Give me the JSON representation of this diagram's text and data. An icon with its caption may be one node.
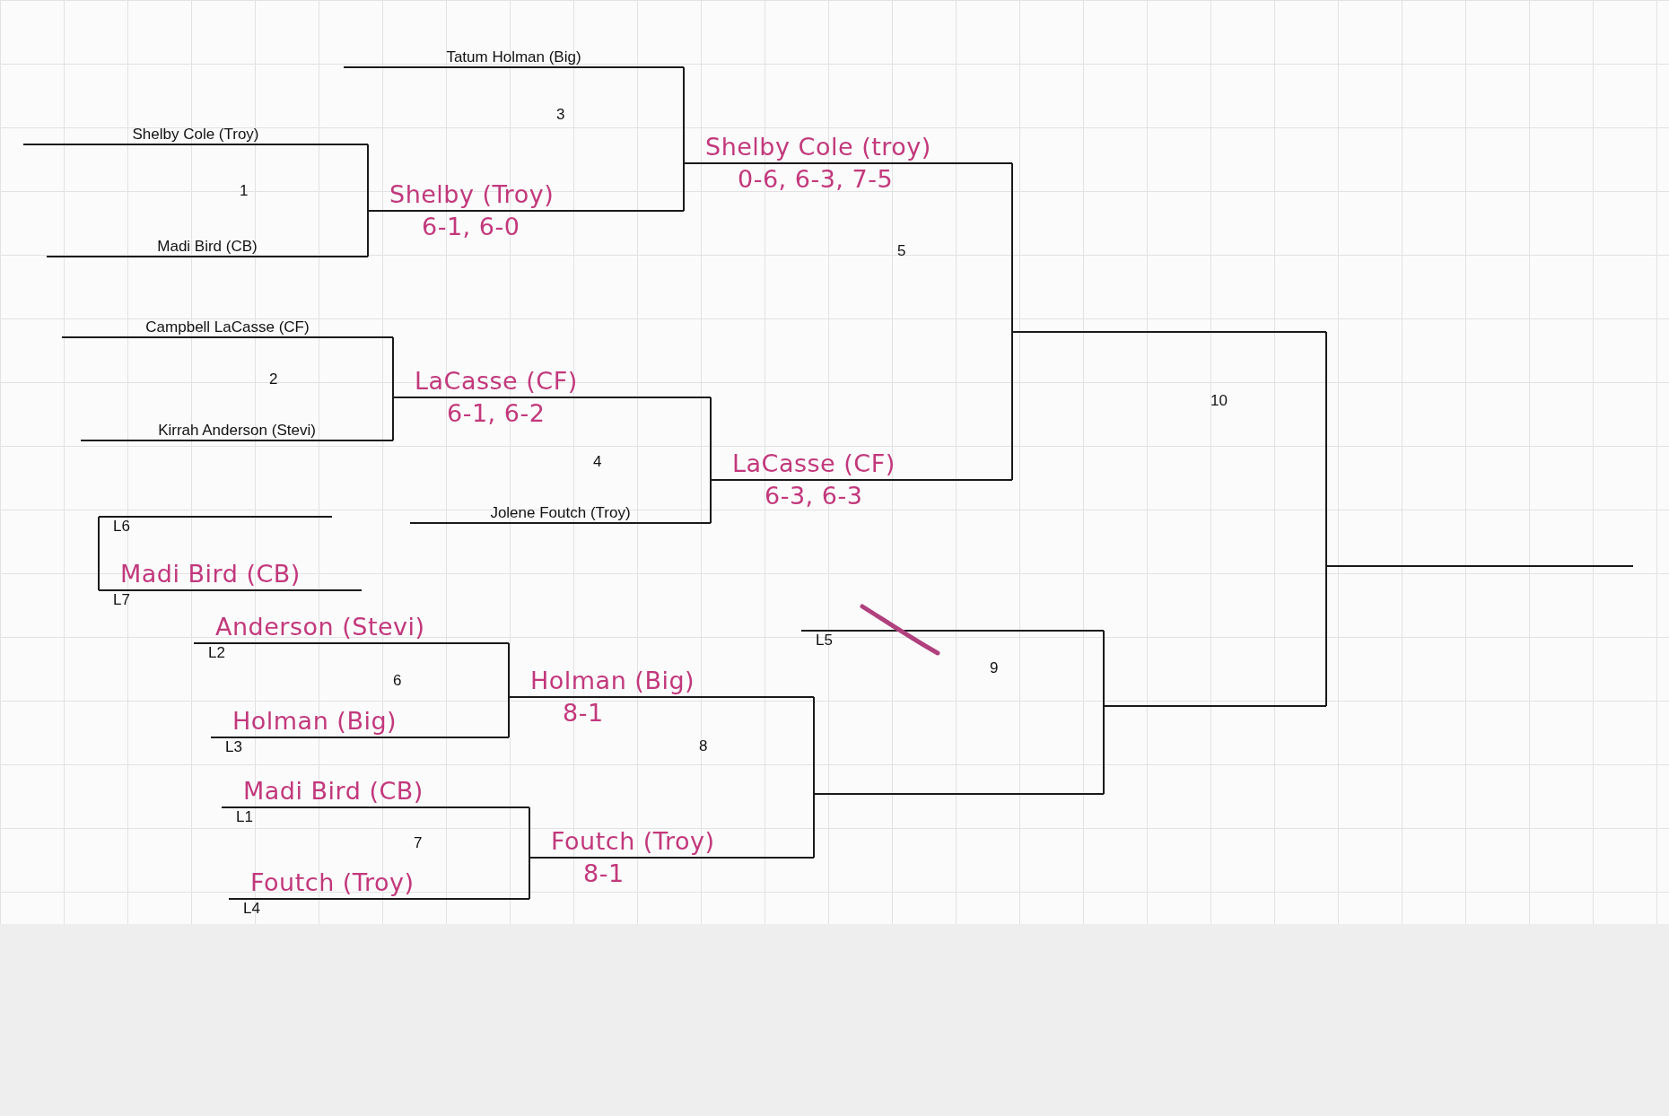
{
  "diagram": {
    "nodes": [
      {
        "text": [
          "Tatum Holman (Big)"
        ]
      },
      {
        "text": [
          "Shelby Cole (Troy)"
        ]
      },
      {
        "text": [
          "Shelby Cole (troy)",
          "0-6, 6-3, 7-5"
        ]
      },
      {
        "text": [
          "Shelby (Troy)",
          "6-1, 6-0"
        ]
      },
      {
        "text": [
          "Madi Bird (CB)"
        ]
      },
      {
        "text": [],
        "shape": "line"
      },
      {
        "text": [
          "Campbell LaCasse (CF)"
        ]
      },
      {
        "text": [
          "LaCasse (CF)",
          "6-1, 6-2"
        ]
      },
      {
        "text": [
          "Kirrah Anderson (Stevi)"
        ]
      },
      {
        "text": [
          "LaCasse (CF)",
          "6-3, 6-3"
        ]
      },
      {
        "text": [
          "L6"
        ]
      },
      {
        "text": [
          "Jolene Foutch (Troy)"
        ]
      },
      {
        "text": [],
        "shape": "line"
      },
      {
        "text": [
          "Madi Bird (CB)",
          "L7"
        ]
      },
      {
        "text": [
          "L5"
        ]
      },
      {
        "text": [
          "Anderson (Stevi)",
          "L2"
        ]
      },
      {
        "text": [
          "Holman (Big)",
          "8-1"
        ]
      },
      {
        "text": [],
        "shape": "line"
      },
      {
        "text": [
          "Holman (Big)",
          "L3"
        ]
      },
      {
        "text": [],
        "shape": "line"
      },
      {
        "text": [
          "Madi Bird (CB)",
          "L1"
        ]
      },
      {
        "text": [
          "Foutch (Troy)",
          "8-1"
        ]
      },
      {
        "text": [
          "Foutch (Troy)",
          "L4"
        ]
      }
    ],
    "edges": [
      {
        "from": 1,
        "to": 3,
        "arrow": "none"
      },
      {
        "from": 4,
        "to": 3,
        "arrow": "none"
      },
      {
        "from": 6,
        "to": 7,
        "arrow": "none"
      },
      {
        "from": 8,
        "to": 7,
        "arrow": "none"
      },
      {
        "from": 0,
        "to": 2,
        "arrow": "none"
      },
      {
        "from": 3,
        "to": 2,
        "arrow": "none"
      },
      {
        "from": 7,
        "to": 9,
        "arrow": "none"
      },
      {
        "from": 11,
        "to": 9,
        "arrow": "none"
      },
      {
        "from": 2,
        "to": 5,
        "arrow": "none"
      },
      {
        "from": 9,
        "to": 5,
        "arrow": "none"
      },
      {
        "from": 15,
        "to": 16,
        "arrow": "none"
      },
      {
        "from": 18,
        "to": 16,
        "arrow": "none"
      },
      {
        "from": 20,
        "to": 21,
        "arrow": "none"
      },
      {
        "from": 22,
        "to": 21,
        "arrow": "none"
      },
      {
        "from": 16,
        "to": 19,
        "arrow": "none"
      },
      {
        "from": 21,
        "to": 19,
        "arrow": "none"
      },
      {
        "from": 14,
        "to": 17,
        "arrow": "none"
      },
      {
        "from": 19,
        "to": 17,
        "arrow": "none"
      },
      {
        "from": 5,
        "to": 12,
        "arrow": "none"
      },
      {
        "from": 17,
        "to": 12,
        "arrow": "none"
      },
      {
        "from": 10,
        "to": 13,
        "arrow": "none"
      }
    ],
    "labels": [
      "3",
      "1",
      "5",
      "2",
      "10",
      "4",
      "9",
      "6",
      "8",
      "7"
    ]
  }
}
